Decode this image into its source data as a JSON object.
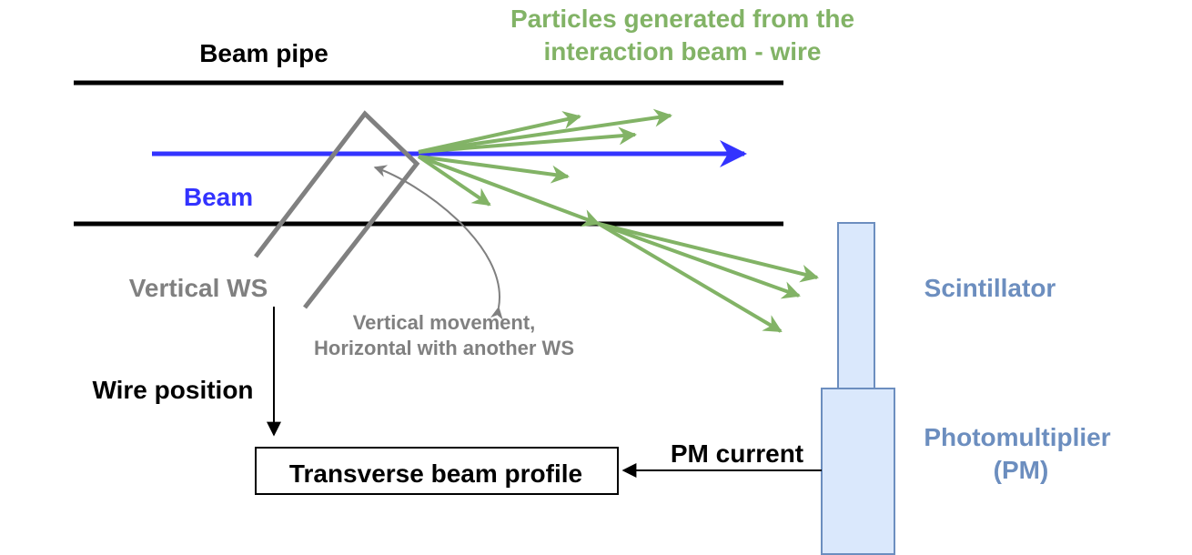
{
  "labels": {
    "beam_pipe": "Beam pipe",
    "particles_line1": "Particles generated from the",
    "particles_line2": "interaction beam - wire",
    "beam": "Beam",
    "vertical_ws": "Vertical WS",
    "movement_line1": "Vertical movement,",
    "movement_line2": "Horizontal with another WS",
    "scintillator": "Scintillator",
    "wire_position": "Wire position",
    "pm_current": "PM current",
    "photomultiplier_line1": "Photomultiplier",
    "photomultiplier_line2": "(PM)",
    "profile": "Transverse beam profile"
  },
  "colors": {
    "black": "#000000",
    "beam": "#3333ff",
    "particles": "#82b366",
    "wire": "#808080",
    "detector_text": "#6c8ebf",
    "detector_fill": "#dae8fc",
    "detector_stroke": "#6c8ebf"
  }
}
